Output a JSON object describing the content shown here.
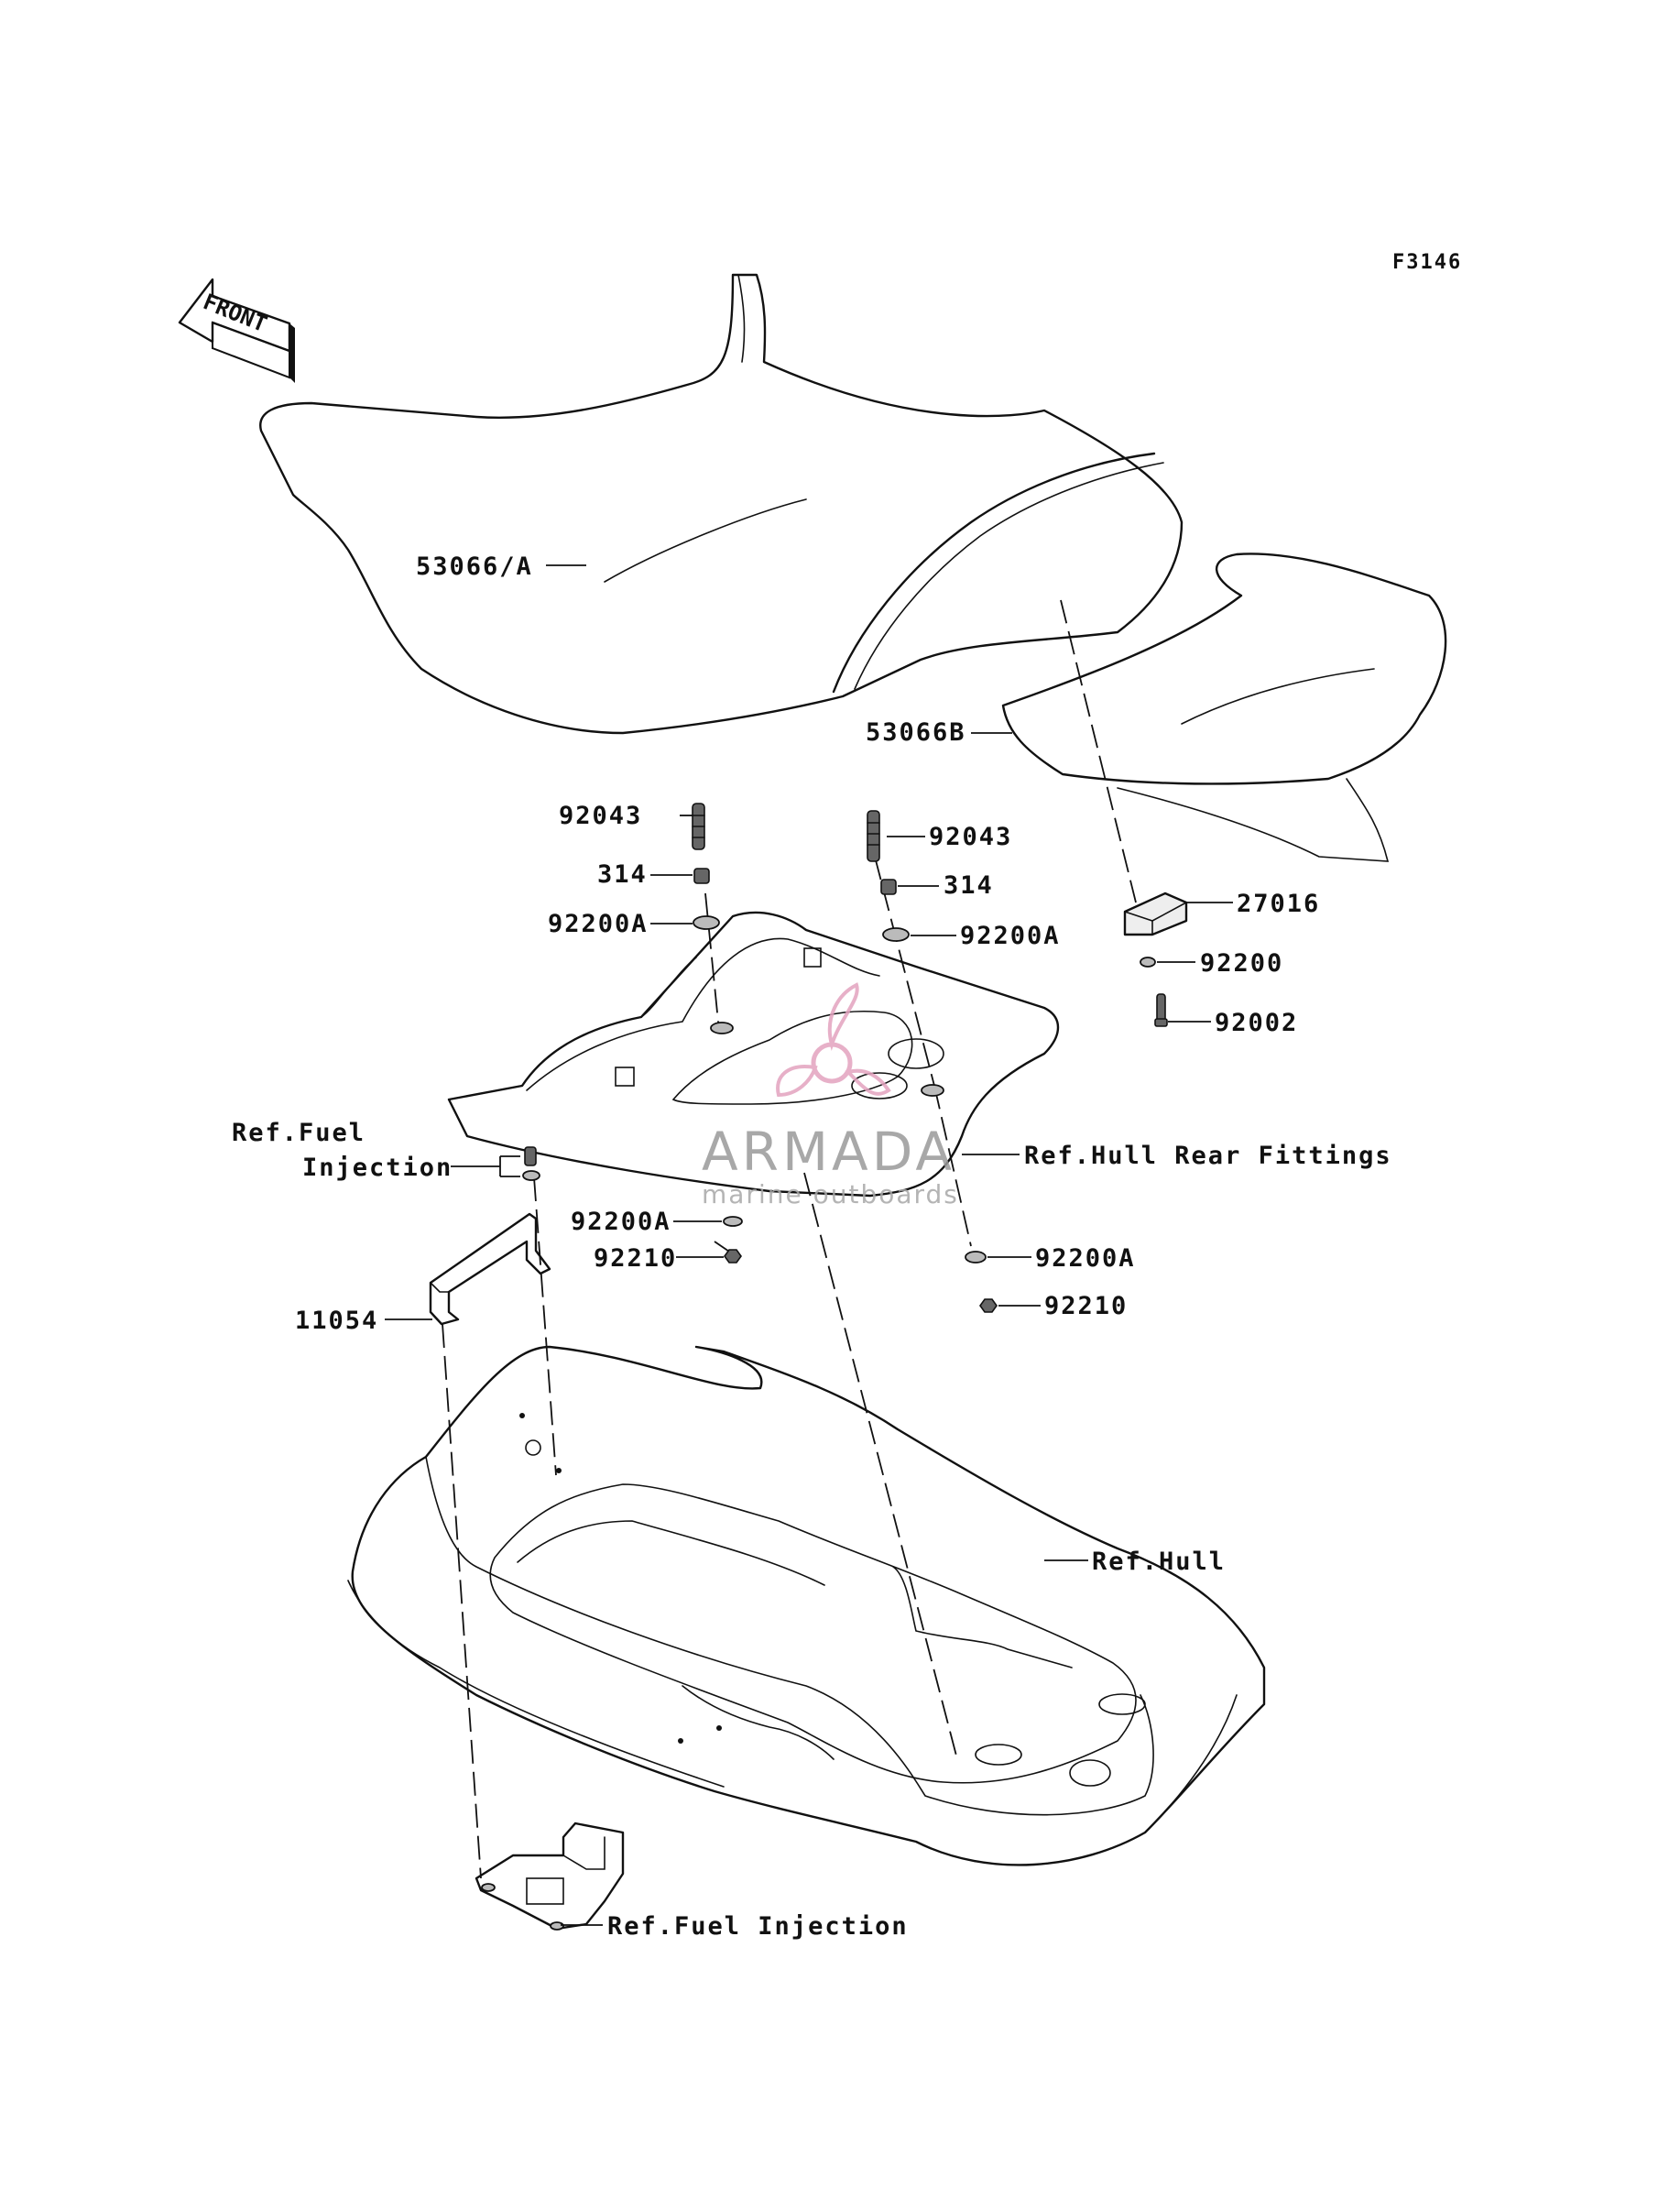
{
  "diagram": {
    "code": "F3146",
    "front_label": "FRONT",
    "watermark": {
      "brand": "ARMADA",
      "tagline": "marine outboards",
      "accent_color": "#e3a3bf"
    },
    "labels": {
      "seat_front": "53066/A",
      "seat_rear": "53066B",
      "stud_left": "92043",
      "stud_right": "92043",
      "nut_314_left": "314",
      "nut_314_right": "314",
      "washer_left_top": "92200A",
      "washer_right_top": "92200A",
      "bracket_27016": "27016",
      "washer_92200": "92200",
      "bolt_92002": "92002",
      "ref_fuel_injection_1_line1": "Ref.Fuel",
      "ref_fuel_injection_1_line2": "Injection",
      "ref_hull_rear_fittings": "Ref.Hull Rear Fittings",
      "washer_left_bottom": "92200A",
      "nut_left_bottom": "92210",
      "washer_right_bottom": "92200A",
      "nut_right_bottom": "92210",
      "bracket_11054": "11054",
      "ref_hull": "Ref.Hull",
      "ref_fuel_injection_2": "Ref.Fuel Injection"
    }
  }
}
